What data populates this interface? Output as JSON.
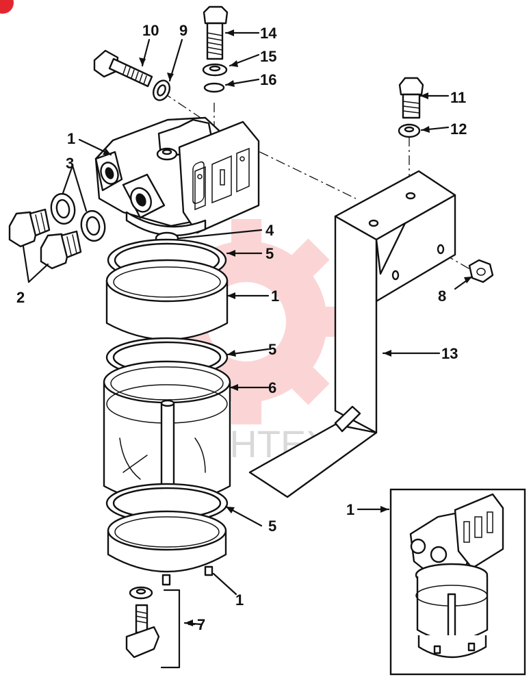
{
  "watermark": {
    "text": "ИНТЕХ",
    "color": "#f26b6b"
  },
  "corner_badge_color": "#e3262e",
  "callouts": [
    {
      "id": "c10",
      "label": "10"
    },
    {
      "id": "c9",
      "label": "9"
    },
    {
      "id": "c14",
      "label": "14"
    },
    {
      "id": "c15",
      "label": "15"
    },
    {
      "id": "c16",
      "label": "16"
    },
    {
      "id": "c11",
      "label": "11"
    },
    {
      "id": "c12",
      "label": "12"
    },
    {
      "id": "c1a",
      "label": "1"
    },
    {
      "id": "c3",
      "label": "3"
    },
    {
      "id": "c2",
      "label": "2"
    },
    {
      "id": "c4",
      "label": "4"
    },
    {
      "id": "c5a",
      "label": "5"
    },
    {
      "id": "c1b",
      "label": "1"
    },
    {
      "id": "c5b",
      "label": "5"
    },
    {
      "id": "c6",
      "label": "6"
    },
    {
      "id": "c8",
      "label": "8"
    },
    {
      "id": "c13",
      "label": "13"
    },
    {
      "id": "c5c",
      "label": "5"
    },
    {
      "id": "c1c",
      "label": "1"
    },
    {
      "id": "c7",
      "label": "7"
    },
    {
      "id": "c1d",
      "label": "1"
    }
  ]
}
